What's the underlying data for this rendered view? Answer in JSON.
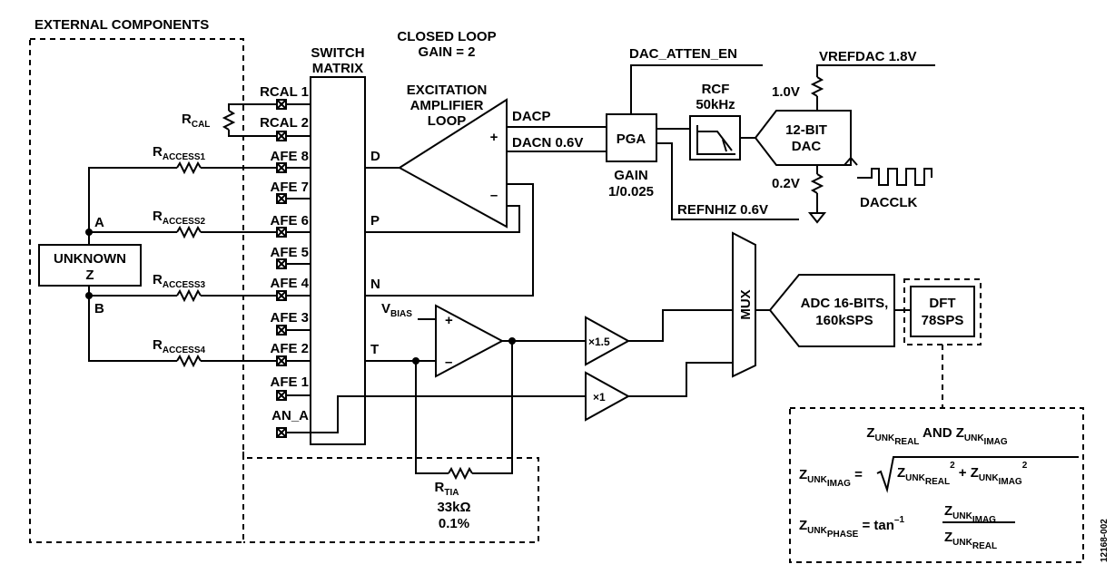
{
  "labels": {
    "external_components": "EXTERNAL COMPONENTS",
    "switch_matrix_1": "SWITCH",
    "switch_matrix_2": "MATRIX",
    "closed_loop_1": "CLOSED LOOP",
    "closed_loop_2": "GAIN = 2",
    "excitation_1": "EXCITATION",
    "excitation_2": "AMPLIFIER",
    "excitation_3": "LOOP",
    "dac_atten_en": "DAC_ATTEN_EN",
    "vrefdac": "VREFDAC 1.8V",
    "rcf_1": "RCF",
    "rcf_2": "50kHz",
    "v10": "1.0V",
    "v02": "0.2V",
    "dac_1": "12-BIT",
    "dac_2": "DAC",
    "dacclk": "DACCLK",
    "dacp": "DACP",
    "dacn": "DACN 0.6V",
    "pga": "PGA",
    "gain_1": "GAIN",
    "gain_2": "1/0.025",
    "refnhiz": "REFNHIZ 0.6V",
    "rcal_base": "R",
    "rcal_sub": "CAL",
    "r_access_base": "R",
    "r_access1_sub": "ACCESS1",
    "r_access2_sub": "ACCESS2",
    "r_access3_sub": "ACCESS3",
    "r_access4_sub": "ACCESS4",
    "unknown_1": "UNKNOWN",
    "unknown_2": "Z",
    "node_a": "A",
    "node_b": "B",
    "node_d": "D",
    "node_p": "P",
    "node_n": "N",
    "node_t": "T",
    "vbias_base": "V",
    "vbias_sub": "BIAS",
    "mux": "MUX",
    "adc_1": "ADC 16-BITS,",
    "adc_2": "160kSPS",
    "dft_1": "DFT",
    "dft_2": "78SPS",
    "gain_x15": "×1.5",
    "gain_x1": "×1",
    "rtia_base": "R",
    "rtia_sub": "TIA",
    "rtia_val": "33kΩ",
    "rtia_tol": "0.1%",
    "plus": "+",
    "minus": "–",
    "z": "Z",
    "unk": "UNK",
    "real": "REAL",
    "imag": "IMAG",
    "phase": "PHASE",
    "and": " AND ",
    "eq": " = ",
    "plus_sign": " + ",
    "sq": "2",
    "tan": " = tan",
    "neg1": "–1",
    "fig_id": "12168-002"
  },
  "pins": [
    "RCAL 1",
    "RCAL 2",
    "AFE 8",
    "AFE 7",
    "AFE 6",
    "AFE 5",
    "AFE 4",
    "AFE 3",
    "AFE 2",
    "AFE 1",
    "AN_A"
  ]
}
